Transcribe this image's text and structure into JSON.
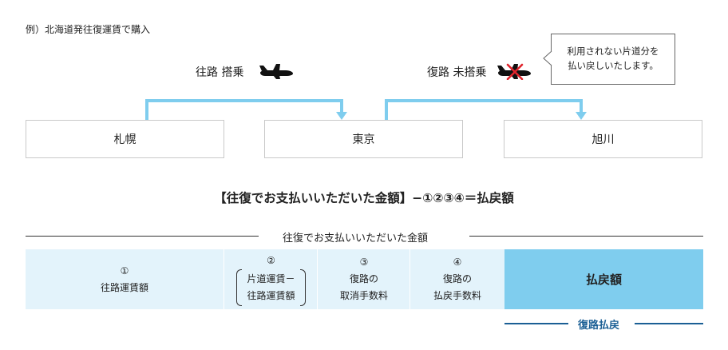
{
  "intro": "例）北海道発往復運賃で購入",
  "outbound": {
    "label": "往路 搭乗"
  },
  "return_trip": {
    "label": "復路 未搭乗"
  },
  "callout": {
    "line1": "利用されない片道分を",
    "line2": "払い戻しいたします。"
  },
  "cities": {
    "left": "札幌",
    "center": "東京",
    "right": "旭川"
  },
  "formula": "【往復でお支払いいただいた金額】−①②③④＝払戻額",
  "total_label": "往復でお支払いいただいた金額",
  "breakdown": [
    {
      "num": "①",
      "line1": "往路運賃額",
      "line2": ""
    },
    {
      "num": "②",
      "line1": "片道運賃－",
      "line2": "往路運賃額"
    },
    {
      "num": "③",
      "line1": "復路の",
      "line2": "取消手数料"
    },
    {
      "num": "④",
      "line1": "復路の",
      "line2": "払戻手数料"
    }
  ],
  "refund_label": "払戻額",
  "return_refund_label": "復路払戻",
  "colors": {
    "arrow": "#7fcdee",
    "cell": "#e3f3fb",
    "refund": "#7fcdee",
    "return_line": "#1b5f95",
    "cross": "#e0242c"
  },
  "icons": [
    "airplane-icon",
    "airplane-cancelled-icon"
  ]
}
